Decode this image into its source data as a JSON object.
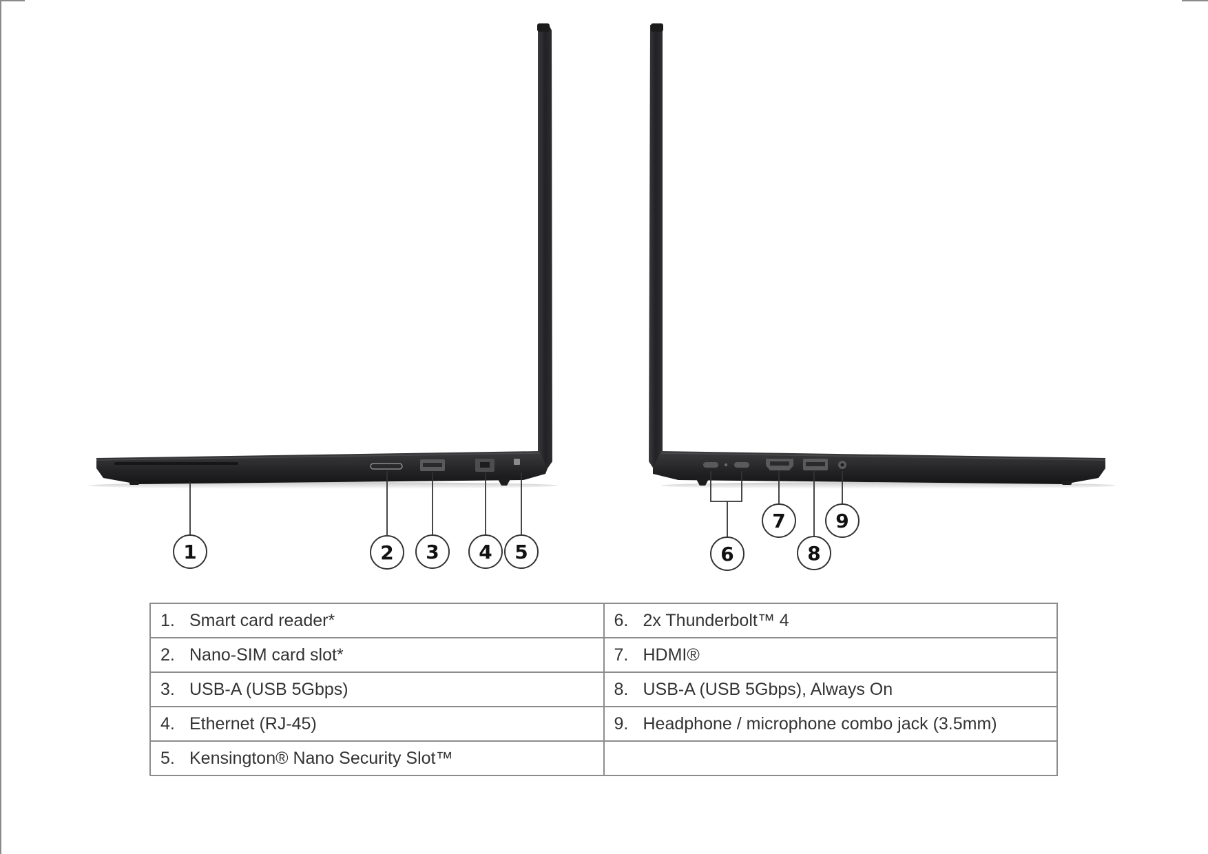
{
  "left_view": {
    "callouts": [
      "1",
      "2",
      "3",
      "4",
      "5"
    ]
  },
  "right_view": {
    "callouts": [
      "6",
      "7",
      "8",
      "9"
    ]
  },
  "ports_table": {
    "rows": [
      {
        "left": {
          "num": "1.",
          "label": "Smart card reader*"
        },
        "right": {
          "num": "6.",
          "label": "2x Thunderbolt™ 4"
        }
      },
      {
        "left": {
          "num": "2.",
          "label": "Nano-SIM card slot*"
        },
        "right": {
          "num": "7.",
          "label": "HDMI®"
        }
      },
      {
        "left": {
          "num": "3.",
          "label": "USB-A (USB 5Gbps)"
        },
        "right": {
          "num": "8.",
          "label": "USB-A (USB 5Gbps), Always On"
        }
      },
      {
        "left": {
          "num": "4.",
          "label": "Ethernet (RJ-45)"
        },
        "right": {
          "num": "9.",
          "label": "Headphone / microphone combo jack (3.5mm)"
        }
      },
      {
        "left": {
          "num": "5.",
          "label": "Kensington® Nano Security Slot™"
        },
        "right": {
          "num": "",
          "label": ""
        }
      }
    ]
  },
  "colors": {
    "chassis": "#2b2b2d",
    "chassis_dark": "#1a1a1b",
    "port": "#3a3a3c",
    "leader": "#333333",
    "table_border": "#8c8c8c",
    "text": "#333333"
  }
}
